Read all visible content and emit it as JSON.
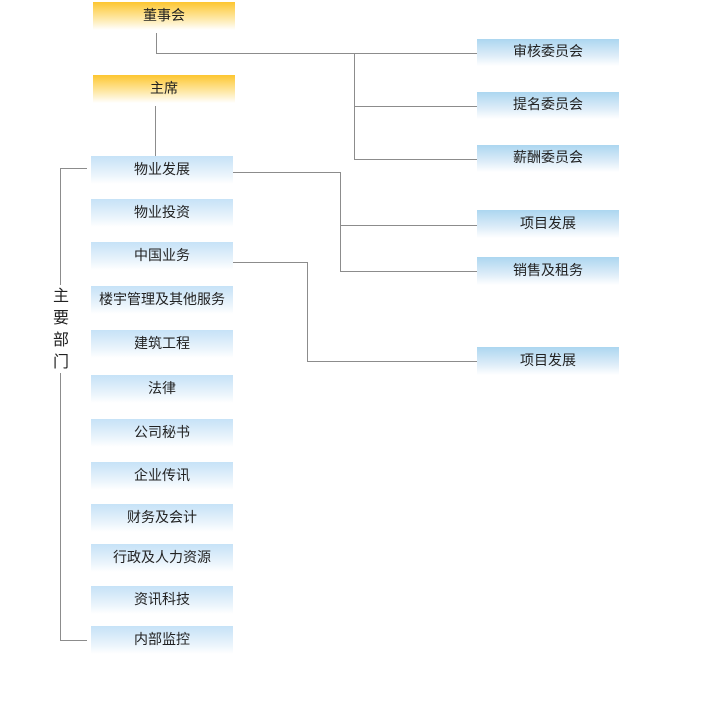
{
  "top": {
    "board": "董事会",
    "chairman": "主席"
  },
  "committees": [
    "审核委员会",
    "提名委员会",
    "薪酬委员会"
  ],
  "departments_label": "主要部门",
  "departments": [
    "物业发展",
    "物业投资",
    "中国业务",
    "楼宇管理及其他服务",
    "建筑工程",
    "法律",
    "公司秘书",
    "企业传讯",
    "财务及会计",
    "行政及人力资源",
    "资讯科技",
    "内部监控"
  ],
  "property_dev_sub": [
    "项目发展",
    "销售及租务"
  ],
  "china_sub": [
    "项目发展"
  ]
}
